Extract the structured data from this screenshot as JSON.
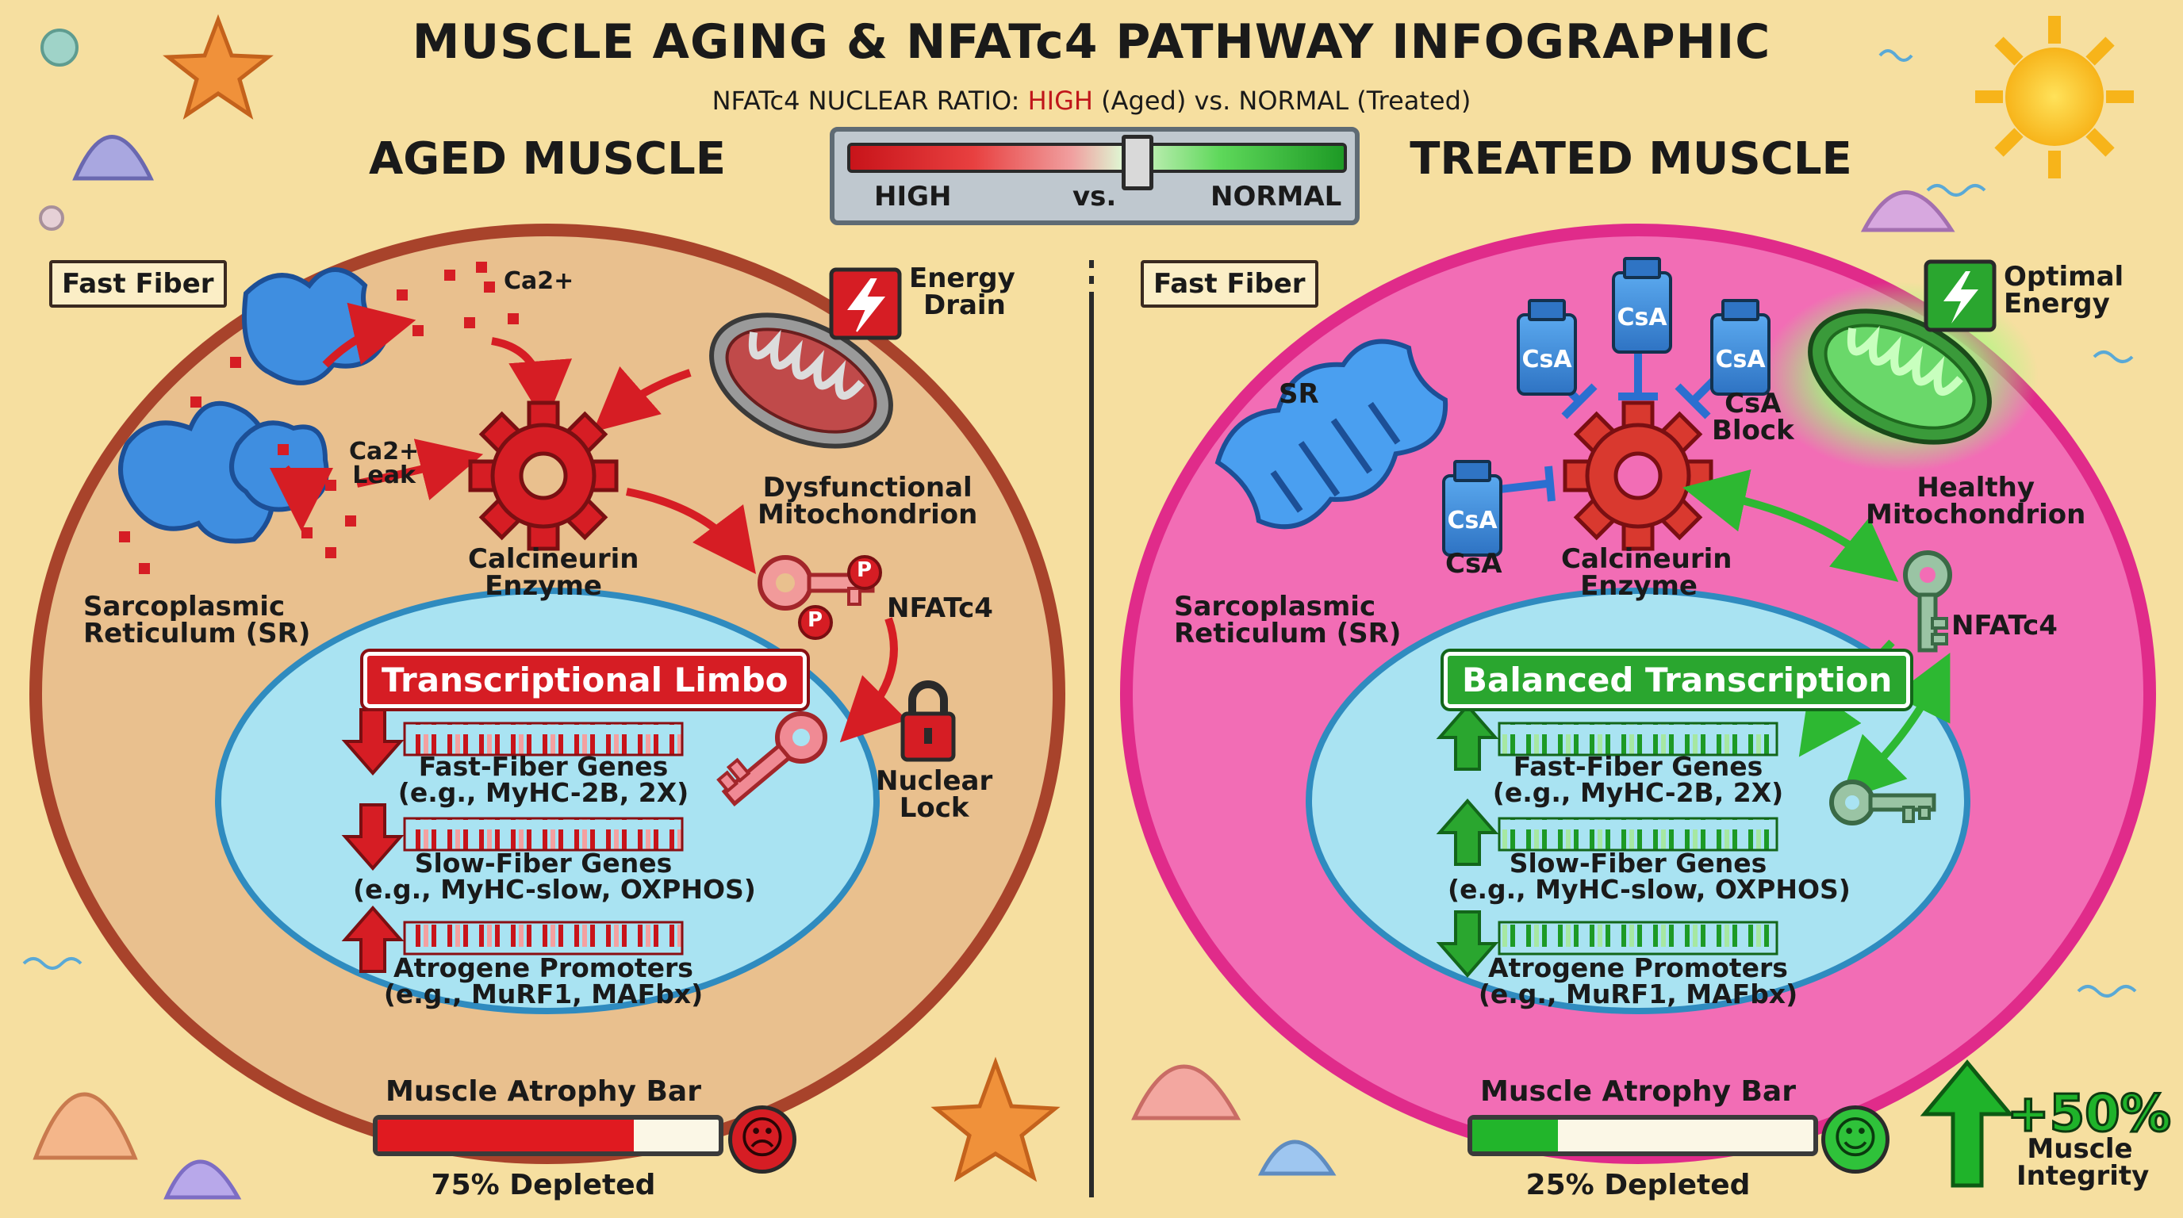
{
  "header": {
    "title": "MUSCLE AGING & NFATc4 PATHWAY INFOGRAPHIC",
    "subtitle_prefix": "NFATc4 NUCLEAR RATIO:",
    "subtitle_high": "HIGH",
    "subtitle_suffix": "(Aged) vs. NORMAL (Treated)"
  },
  "meter": {
    "left_label": "HIGH",
    "mid_label": "vs.",
    "right_label": "NORMAL",
    "position": 0.58
  },
  "aged": {
    "heading": "AGED MUSCLE",
    "fiber_tag": "Fast Fiber",
    "ca_label": "Ca2+",
    "ca_leak_line1": "Ca2+",
    "ca_leak_line2": "Leak",
    "energy_line1": "Energy",
    "energy_line2": "Drain",
    "mito_line1": "Dysfunctional",
    "mito_line2": "Mitochondrion",
    "enzyme_line1": "Calcineurin",
    "enzyme_line2": "Enzyme",
    "sr_line1": "Sarcoplasmic",
    "sr_line2": "Reticulum (SR)",
    "nfat_label": "NFATc4",
    "phospho": "P",
    "lock_line1": "Nuclear",
    "lock_line2": "Lock",
    "banner": "Transcriptional Limbo",
    "genes": [
      {
        "name": "Fast-Fiber Genes",
        "example": "(e.g., MyHC-2B, 2X)",
        "direction": "down"
      },
      {
        "name": "Slow-Fiber Genes",
        "example": "(e.g., MyHC-slow, OXPHOS)",
        "direction": "down"
      },
      {
        "name": "Atrogene Promoters",
        "example": "(e.g., MuRF1, MAFbx)",
        "direction": "up"
      }
    ],
    "atrophy_label": "Muscle Atrophy Bar",
    "atrophy_value": 0.75,
    "atrophy_text": "75% Depleted"
  },
  "treated": {
    "heading": "TREATED MUSCLE",
    "fiber_tag": "Fast Fiber",
    "sr_short": "SR",
    "vial_label": "CsA",
    "csa_line": "CsA",
    "csa_block_line1": "CsA",
    "csa_block_line2": "Block",
    "energy_line1": "Optimal",
    "energy_line2": "Energy",
    "mito_line1": "Healthy",
    "mito_line2": "Mitochondrion",
    "enzyme_line1": "Calcineurin",
    "enzyme_line2": "Enzyme",
    "sr_line1": "Sarcoplasmic",
    "sr_line2": "Reticulum (SR)",
    "nfat_label": "NFATc4",
    "banner": "Balanced Transcription",
    "genes": [
      {
        "name": "Fast-Fiber Genes",
        "example": "(e.g., MyHC-2B, 2X)",
        "direction": "up"
      },
      {
        "name": "Slow-Fiber Genes",
        "example": "(e.g., MyHC-slow, OXPHOS)",
        "direction": "up"
      },
      {
        "name": "Atrogene Promoters",
        "example": "(e.g., MuRF1, MAFbx)",
        "direction": "down"
      }
    ],
    "atrophy_label": "Muscle Atrophy Bar",
    "atrophy_value": 0.25,
    "atrophy_text": "25% Depleted",
    "integrity_value": "+50%",
    "integrity_line1": "Muscle",
    "integrity_line2": "Integrity"
  },
  "colors": {
    "aged_cell": "#e9c08e",
    "aged_border": "#a8432b",
    "treated_cell": "#f26db5",
    "treated_border": "#e02b8a",
    "nucleus": "#a9e3f2",
    "red": "#d61d24",
    "green": "#2aa62f",
    "sand": "#f6dfa0"
  }
}
